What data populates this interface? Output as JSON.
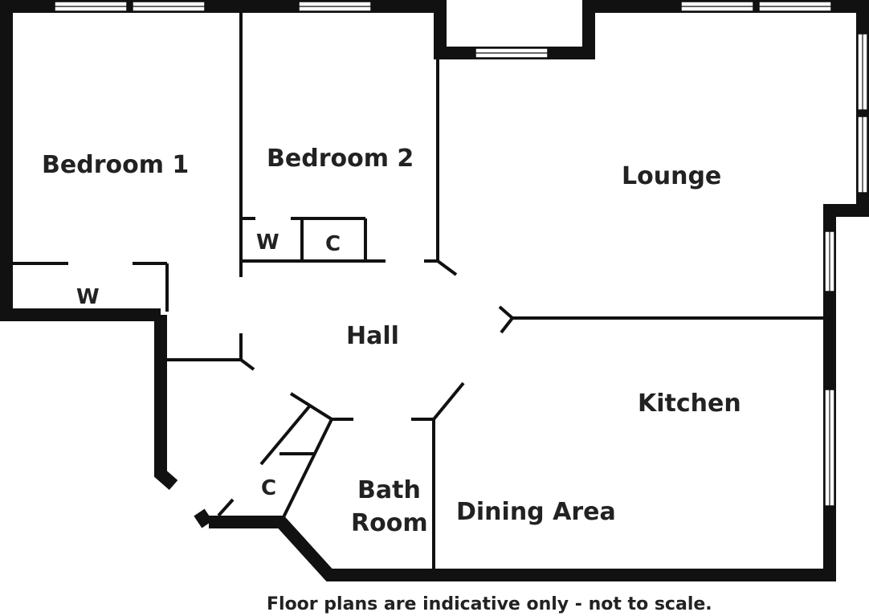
{
  "rooms": {
    "bedroom1": "Bedroom 1",
    "bedroom2": "Bedroom 2",
    "lounge": "Lounge",
    "hall": "Hall",
    "kitchen": "Kitchen",
    "bath_line1": "Bath",
    "bath_line2": "Room",
    "dining": "Dining Area"
  },
  "storage": {
    "wardrobe_bed1": "W",
    "wardrobe_bed2": "W",
    "cupboard_bed2": "C",
    "cupboard_hall": "C"
  },
  "footer": {
    "disclaimer": "Floor plans are indicative only - not to scale."
  },
  "colors": {
    "wall": "#111111",
    "text": "#222222",
    "background": "#ffffff"
  }
}
